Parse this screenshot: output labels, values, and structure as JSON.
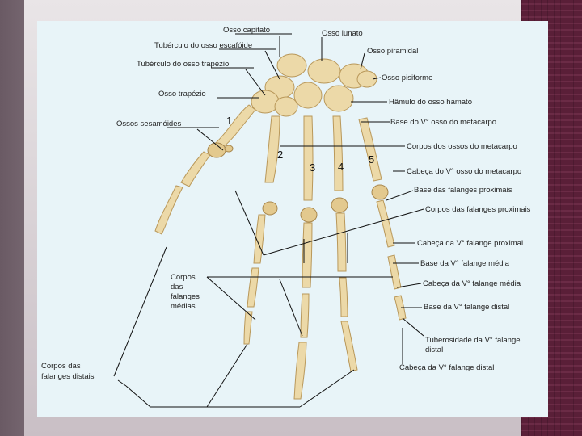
{
  "labels": {
    "capitato": "Osso capitato",
    "escafoide": "Tubérculo do osso escafóide",
    "trapezio_tub": "Tubérculo do osso trapézio",
    "trapezio": "Osso trapézio",
    "sesamoides": "Ossos sesamóides",
    "lunato": "Osso lunato",
    "piramidal": "Osso piramidal",
    "pisiforme": "Osso pisiforme",
    "hamulo": "Hâmulo do osso hamato",
    "base_v_meta": "Base do V° osso do metacarpo",
    "corpos_meta": "Corpos dos ossos do metacarpo",
    "cabeca_v_meta": "Cabeça do V° osso do metacarpo",
    "base_prox": "Base das falanges proximais",
    "corpos_prox": "Corpos das falanges proximais",
    "cabeca_v_prox": "Cabeça da V° falange proximal",
    "base_v_media": "Base da V° falange média",
    "cabeca_v_media": "Cabeça da V° falange média",
    "base_v_distal": "Base da V° falange distal",
    "tuberosidade_1": "Tuberosidade da V° falange",
    "tuberosidade_2": "distal",
    "cabeca_v_distal": "Cabeça da V° falange distal",
    "corpos_medias_1": "Corpos",
    "corpos_medias_2": "das",
    "corpos_medias_3": "falanges",
    "corpos_medias_4": "médias",
    "corpos_distais_1": "Corpos das",
    "corpos_distais_2": "falanges distais"
  },
  "digits": [
    "1",
    "2",
    "3",
    "4",
    "5"
  ]
}
